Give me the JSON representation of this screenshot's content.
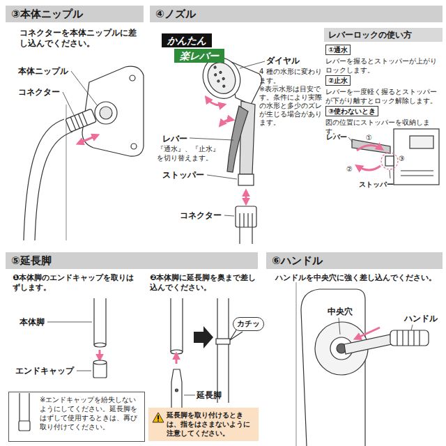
{
  "diagram": {
    "nodes": [
      {
        "text": [
          "③本体ニップル"
        ]
      },
      {
        "text": [
          "④ノズル"
        ]
      },
      {
        "text": [
          "レバーロックの使い方"
        ]
      },
      {
        "text": [
          "①通水"
        ]
      },
      {
        "text": [
          "②止水"
        ]
      },
      {
        "text": [
          "③使わないとき"
        ]
      },
      {
        "text": [
          "⑤延長脚"
        ]
      },
      {
        "text": [
          "※エンドキャップを紛失しないようにしてください。延長脚をはずして使用するときは、再び取り付けてください。"
        ]
      },
      {
        "text": [
          "カチッ"
        ]
      },
      {
        "text": [
          "延長脚を取り付けるときは、指をはさまないように注意してください。"
        ]
      },
      {
        "text": [
          "⑥ハンドル"
        ]
      }
    ],
    "labels": [
      "コネクターを本体ニップルに差し込んでください。",
      "本体ニップル",
      "コネクター",
      "かんたん",
      "楽レバー",
      "ダイヤル",
      "4 種の水形に変わります。",
      "※表示水形は目安です。条件により実際の水形と多少のズレが生じる場合があります。",
      "レバー",
      "『通水』、『止水』を切り替えます。",
      "ストッパー",
      "コネクター",
      "レバーを握るとストッパーが上がりロックします。",
      "レバーを一度軽く握るとストッパーが下がり離すとロック解除します。",
      "図の位置にストッパーを収納します。",
      "レバー",
      "①",
      "③",
      "②",
      "ストッパー",
      "❶本体脚のエンドキャップを取りはずします。",
      "本体脚",
      "エンドキャップ",
      "❷本体脚に延長脚を奥まで差し込んでください。",
      "延長脚",
      "ハンドルを中央穴に強く差し込んでください。",
      "中央穴",
      "ハンドル"
    ]
  }
}
